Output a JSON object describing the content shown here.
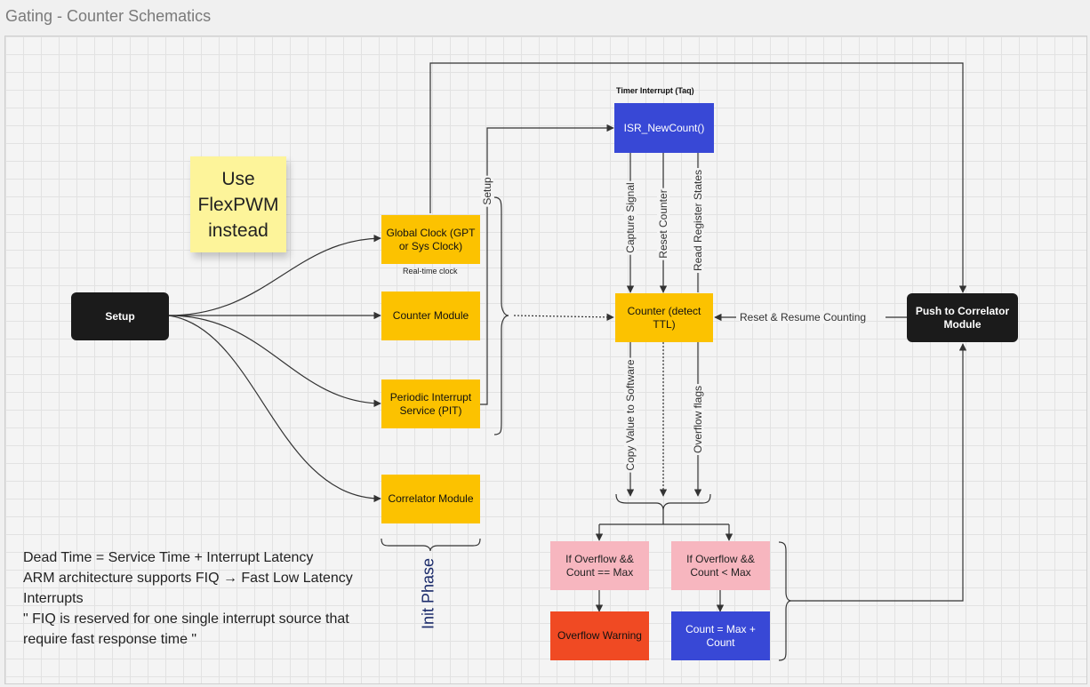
{
  "title": "Gating - Counter Schematics",
  "sticky": "Use FlexPWM instead",
  "nodes": {
    "setup": "Setup",
    "global_clock": "Global Clock (GPT or Sys Clock)",
    "counter_module": "Counter Module",
    "pit": "Periodic Interrupt Service (PIT)",
    "correlator_module": "Correlator Module",
    "isr": "ISR_NewCount()",
    "counter": "Counter (detect TTL)",
    "push": "Push to Correlator Module",
    "if_eq": "If Overflow && Count == Max",
    "if_lt": "If Overflow && Count  < Max",
    "overflow_warning": "Overflow Warning",
    "count_set": "Count = Max + Count"
  },
  "labels": {
    "realtime": "Real-time clock",
    "timer_interrupt": "Timer Interrupt (Taq)",
    "setup_vertical": "Setup",
    "capture": "Capture Signal",
    "reset_counter": "Reset Counter",
    "read_register": "Read Register States",
    "copy_value": "Copy Value to Software",
    "overflow_flags": "Overflow flags",
    "reset_resume": "Reset & Resume Counting",
    "init_phase": "Init Phase"
  },
  "note": "Dead Time = Service Time + Interrupt Latency\nARM architecture supports FIQ → Fast Low Latency Interrupts\n\" FIQ is reserved for one single interrupt source that require fast response time \""
}
